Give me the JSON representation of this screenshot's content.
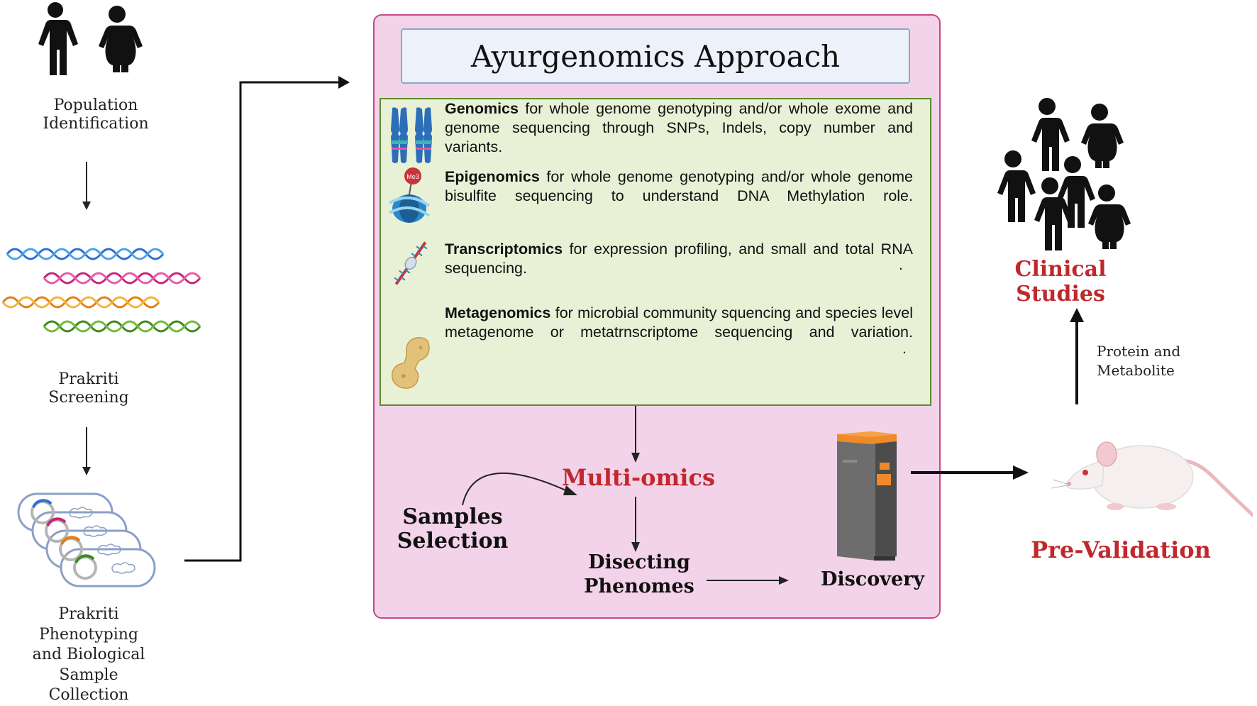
{
  "left": {
    "population_label": "Population\nIdentification",
    "prakriti_screening_label": "Prakriti\nScreening",
    "phenotyping_label": "Prakriti\nPhenotyping\nand Biological\nSample\nCollection"
  },
  "approach": {
    "title": "Ayurgenomics Approach",
    "omics": [
      {
        "name": "Genomics",
        "text": " for whole genome genotyping and/or whole exome and genome sequencing through SNPs, Indels, copy number and variants."
      },
      {
        "name": "Epigenomics",
        "text": " for whole genome genotyping and/or whole genome bisulfite sequencing to understand DNA Methylation role."
      },
      {
        "name": "Transcriptomics",
        "text": " for expression profiling, and small and total RNA sequencing.",
        "trailing": "."
      },
      {
        "name": "Metagenomics",
        "text": " for microbial community squencing and species level metagenome or metatrnscriptome sequencing and variation.",
        "trailing": "."
      }
    ],
    "methyl_tag": "Me3",
    "multi_omics": "Multi-omics",
    "samples_selection": "Samples\nSelection",
    "disecting_phenomes": "Disecting\nPhenomes",
    "discovery": "Discovery"
  },
  "right": {
    "clinical_studies": "Clinical Studies",
    "protein_metabolite": "Protein and\nMetabolite",
    "pre_validation": "Pre-Validation"
  },
  "colors": {
    "accent_red": "#c0282d",
    "box_pink": "#f3d3ea",
    "box_green": "#e8f1d6",
    "title_blue": "#edf1fa"
  }
}
